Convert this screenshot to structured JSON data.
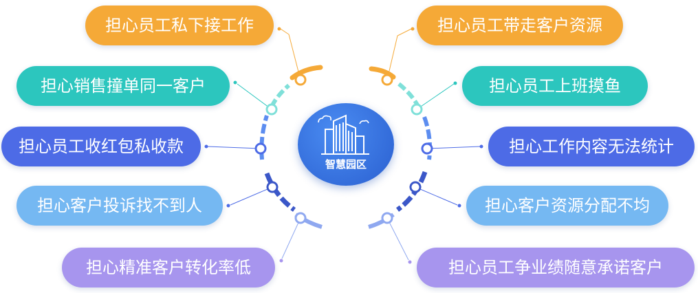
{
  "center": {
    "label": "智慧园区",
    "icon": "city-buildings-icon"
  },
  "colors": {
    "orange": "#f5a937",
    "teal": "#2cc6be",
    "blue": "#4d6be6",
    "light_blue": "#75b8f2",
    "lavender": "#a795ee",
    "center": "#2f6ee0"
  },
  "left_concerns": [
    {
      "label": "担心员工私下接工作"
    },
    {
      "label": "担心销售撞单同一客户"
    },
    {
      "label": "担心员工收红包私收款"
    },
    {
      "label": "担心客户投诉找不到人"
    },
    {
      "label": "担心精准客户转化率低"
    }
  ],
  "right_concerns": [
    {
      "label": "担心员工带走客户资源"
    },
    {
      "label": "担心员工上班摸鱼"
    },
    {
      "label": "担心工作内容无法统计"
    },
    {
      "label": "担心客户资源分配不均"
    },
    {
      "label": "担心员工争业绩随意承诺客户"
    }
  ]
}
